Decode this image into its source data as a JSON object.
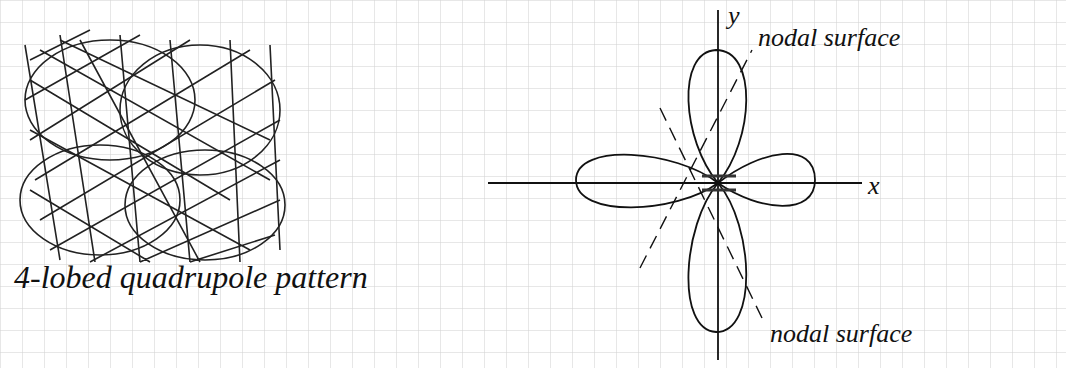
{
  "diagram": {
    "labels": [
      "y",
      "nodal surface",
      "x",
      "4-lobed quadrupole pattern",
      "nodal surface"
    ]
  }
}
